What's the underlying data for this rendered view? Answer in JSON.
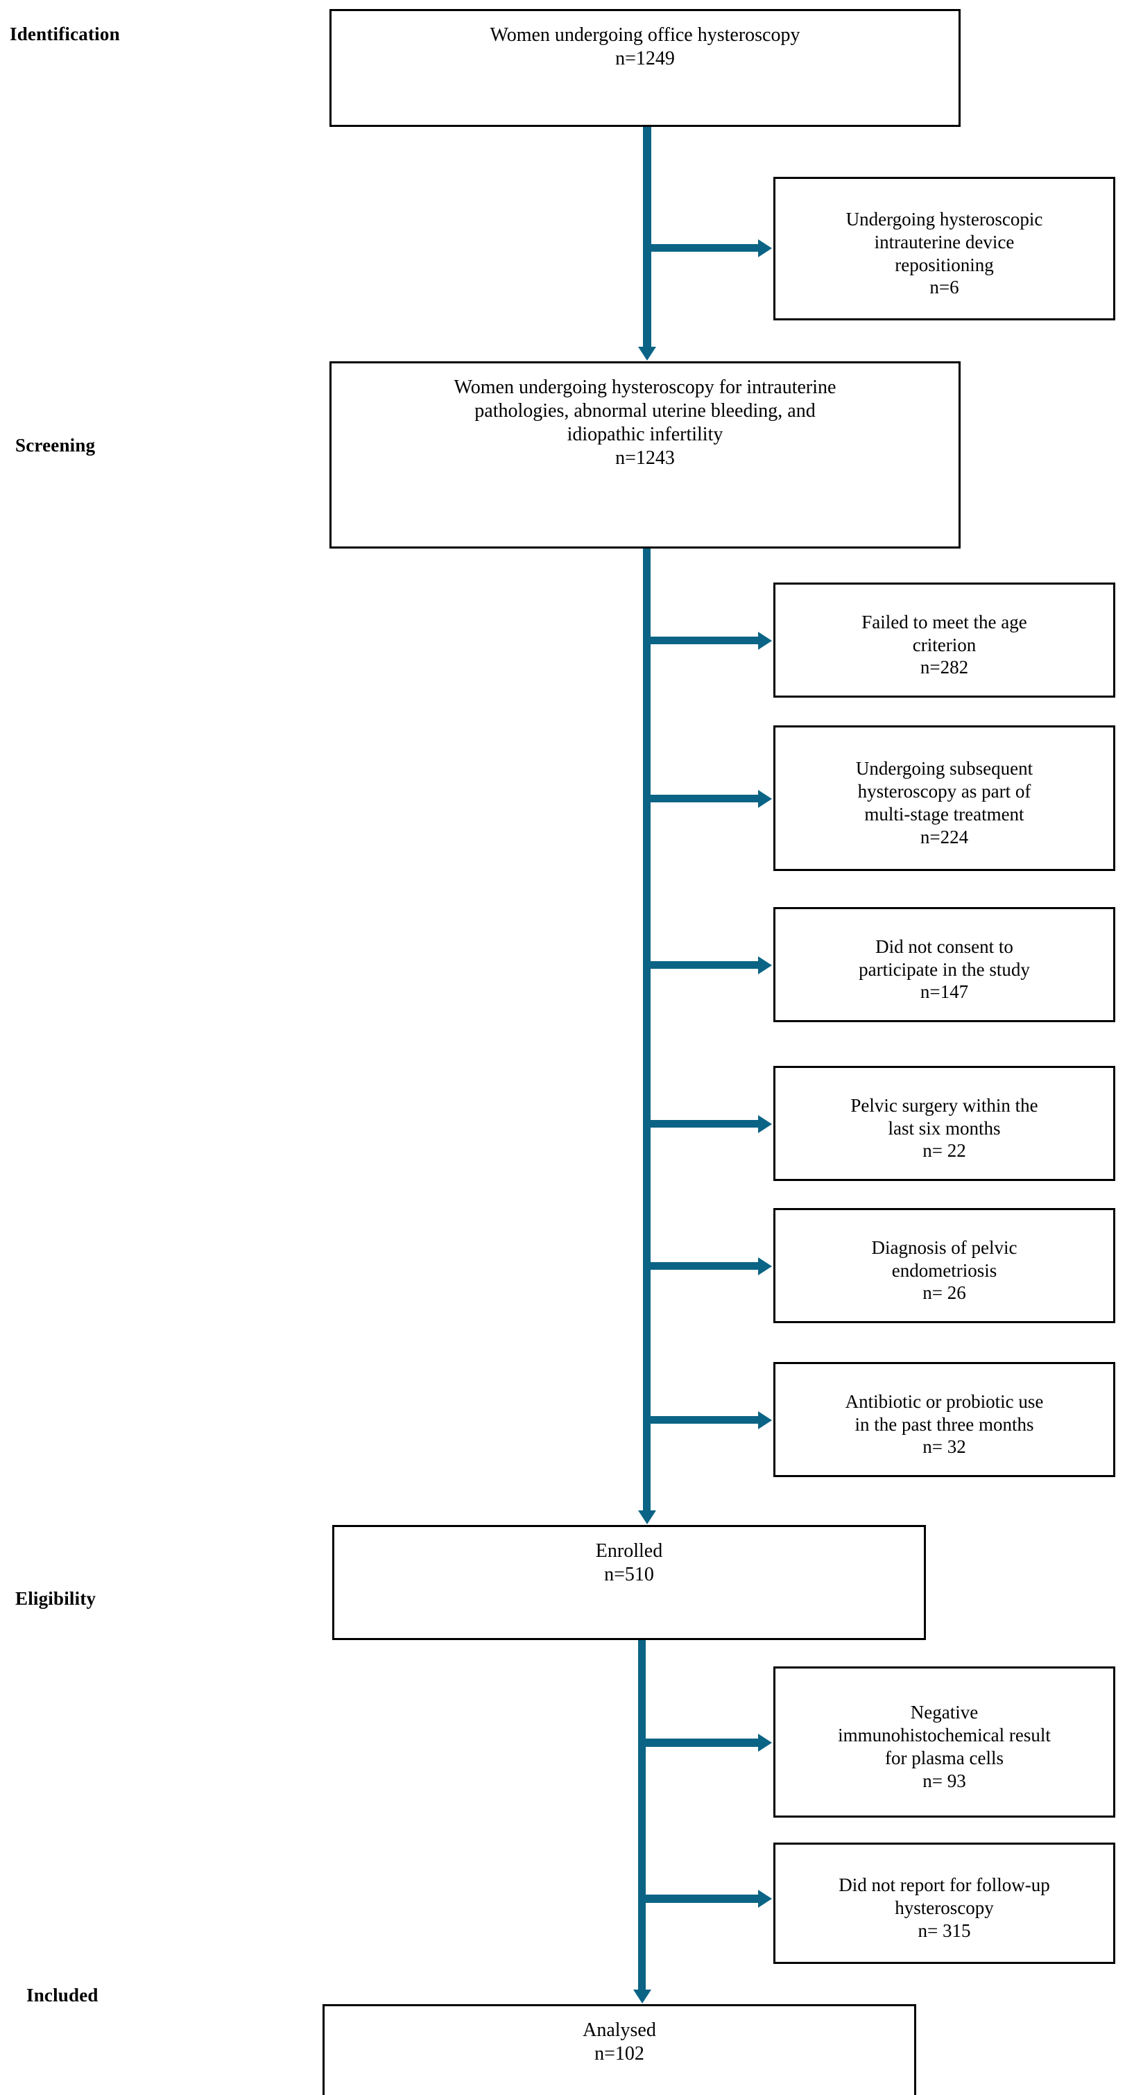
{
  "diagram": {
    "title": "PRISMA-style participant flow diagram",
    "accent_color": "#0B6485",
    "box_border_color": "#000000",
    "background_color": "#FFFFFF"
  },
  "stages": [
    {
      "id": "identification",
      "label": "Identification"
    },
    {
      "id": "screening",
      "label": "Screening"
    },
    {
      "id": "eligibility",
      "label": "Eligibility"
    },
    {
      "id": "included",
      "label": "Included"
    }
  ],
  "main_boxes": [
    {
      "id": "office-hysteroscopy",
      "text": "Women undergoing office hysteroscopy\nn=1249",
      "label": "Women undergoing office hysteroscopy",
      "count": "n=1249"
    },
    {
      "id": "hysteroscopy-indications",
      "text": "Women undergoing hysteroscopy for intrauterine\npathologies, abnormal uterine bleeding, and\nidiopathic infertility\nn=1243",
      "label": "Women undergoing hysteroscopy for intrauterine pathologies, abnormal uterine bleeding, and idiopathic infertility",
      "count": "n=1243"
    },
    {
      "id": "enrolled",
      "text": "Enrolled\nn=510",
      "label": "Enrolled",
      "count": "n=510"
    },
    {
      "id": "analysed",
      "text": "Analysed\nn=102",
      "label": "Analysed",
      "count": "n=102"
    }
  ],
  "exclusion_boxes": [
    {
      "id": "iud-repositioning",
      "text": "Undergoing hysteroscopic\nintrauterine device\nrepositioning\nn=6",
      "label": "Undergoing hysteroscopic intrauterine device repositioning",
      "count": "n=6"
    },
    {
      "id": "age-criterion",
      "text": "Failed to meet the age\ncriterion\nn=282",
      "label": "Failed to meet the age criterion",
      "count": "n=282"
    },
    {
      "id": "multi-stage-treatment",
      "text": "Undergoing subsequent\nhysteroscopy as part of\nmulti-stage treatment\nn=224",
      "label": "Undergoing subsequent hysteroscopy as part of multi-stage treatment",
      "count": "n=224"
    },
    {
      "id": "no-consent",
      "text": "Did not consent to\nparticipate in the study\nn=147",
      "label": "Did not consent to participate in the study",
      "count": "n=147"
    },
    {
      "id": "pelvic-surgery",
      "text": "Pelvic surgery within the\nlast six months\nn= 22",
      "label": "Pelvic surgery within the last six months",
      "count": "n= 22"
    },
    {
      "id": "endometriosis",
      "text": "Diagnosis of pelvic\nendometriosis\nn= 26",
      "label": "Diagnosis of pelvic endometriosis",
      "count": "n= 26"
    },
    {
      "id": "antibiotic-probiotic",
      "text": "Antibiotic or probiotic use\nin the past three months\nn= 32",
      "label": "Antibiotic or probiotic use in the past three months",
      "count": "n= 32"
    },
    {
      "id": "negative-ihc",
      "text": "Negative\nimmunohistochemical result\nfor plasma cells\nn= 93",
      "label": "Negative immunohistochemical result for plasma cells",
      "count": "n= 93"
    },
    {
      "id": "no-follow-up",
      "text": "Did not report for follow-up\nhysteroscopy\nn= 315",
      "label": "Did not report for follow-up hysteroscopy",
      "count": "n= 315"
    }
  ],
  "flow": {
    "type": "prisma-flowchart",
    "identified": 1249,
    "after_iud_exclusion": 1243,
    "enrolled": 510,
    "analysed": 102,
    "screening_exclusions": [
      282,
      224,
      147,
      22,
      26,
      32
    ],
    "eligibility_exclusions": [
      93,
      315
    ],
    "identification_exclusions": [
      6
    ]
  }
}
